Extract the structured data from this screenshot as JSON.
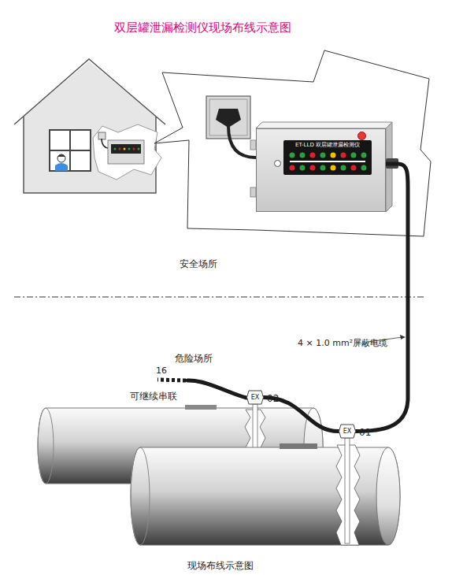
{
  "diagram": {
    "title": "双层罐泄漏检测仪现场布线示意图",
    "caption": "现场布线示意图",
    "nodes": [
      {
        "text": [
          "ET-LLD 双层罐泄漏检测仪"
        ]
      },
      {
        "text": [
          "EX",
          "02"
        ]
      },
      {
        "text": [
          "EX",
          "01"
        ]
      }
    ],
    "edges": [
      {
        "from": 0,
        "to": 2,
        "arrow": "none",
        "label": "4 × 1.0 mm²屏蔽电缆"
      },
      {
        "from": 2,
        "to": 1,
        "arrow": "none"
      }
    ],
    "labels": [
      "安全场所",
      "危险场所",
      "16",
      "可继续串联"
    ]
  }
}
